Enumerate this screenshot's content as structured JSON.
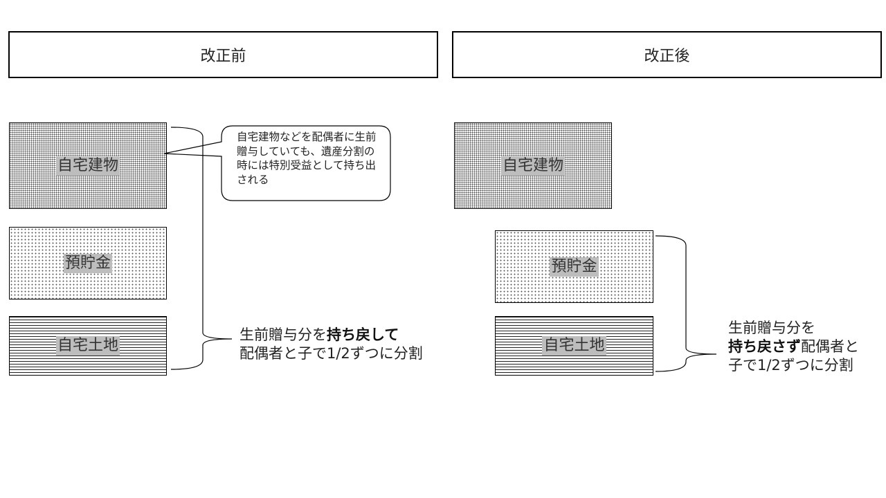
{
  "headers": {
    "before": "改正前",
    "after": "改正後"
  },
  "before": {
    "blocks": {
      "house": "自宅建物",
      "savings": "預貯金",
      "land": "自宅土地"
    },
    "callout": "自宅建物などを配偶者に生前贈与していても、遺産分割の時には特別受益として持ち出される",
    "caption": {
      "line1_pre": "生前贈与分を",
      "line1_bold": "持ち戻して",
      "line2": "配偶者と子で1/2ずつに分割"
    }
  },
  "after": {
    "blocks": {
      "house": "自宅建物",
      "savings": "預貯金",
      "land": "自宅土地"
    },
    "caption": {
      "line1": "生前贈与分を",
      "line2_bold": "持ち戻さず",
      "line2_post": "配偶者と",
      "line3": "子で1/2ずつに分割"
    }
  }
}
